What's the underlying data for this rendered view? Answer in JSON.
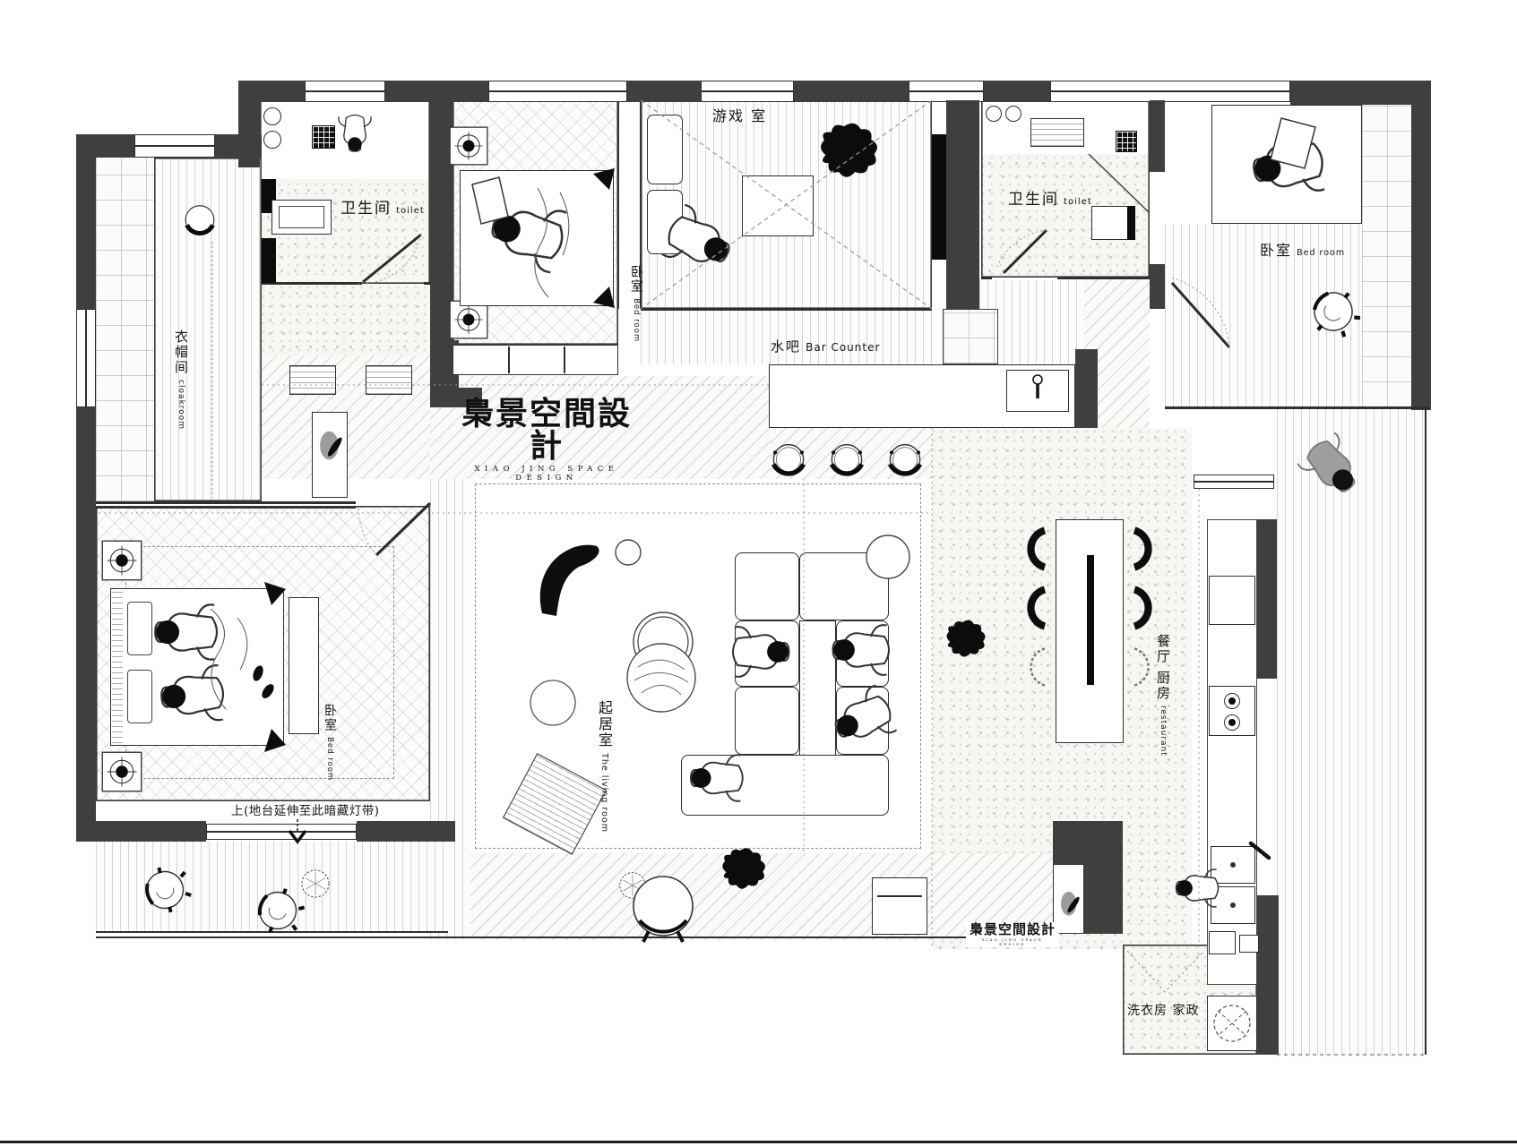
{
  "brand": {
    "cn": "梟景空間設計",
    "en": "XIAO JING SPACE DESIGN"
  },
  "rooms": {
    "bathroom_top_left": {
      "cn": "卫生间",
      "en": "toilet"
    },
    "bedroom_top": {
      "cn": "卧室",
      "en": "Bed room"
    },
    "game_room": {
      "cn": "游戏 室"
    },
    "bar_counter": {
      "cn": "水吧",
      "en": "Bar Counter"
    },
    "bathroom_top_right": {
      "cn": "卫生间",
      "en": "toilet"
    },
    "bedroom_right": {
      "cn": "卧室",
      "en": "Bed room"
    },
    "cloakroom": {
      "cn": "衣帽间",
      "en": "cloakroom"
    },
    "living_room": {
      "cn": "起居室",
      "en": "The living room"
    },
    "dining_kitchen": {
      "cn": "餐厅 厨房",
      "en": "restaurant"
    },
    "bedroom_left": {
      "cn": "卧室",
      "en": "Bed room"
    },
    "laundry": {
      "cn": "洗衣房 家政"
    },
    "note_platform": {
      "cn": "上(地台延伸至此暗藏灯带)"
    }
  },
  "colors": {
    "wall": "#3f3f3f",
    "ink": "#1b1b1b",
    "paper": "#ffffff"
  },
  "symbols": [
    "person-icon",
    "gray-person-icon",
    "pet-silhouette-icon",
    "bar-stool-icon",
    "dining-chair-icon",
    "lounge-chair-icon",
    "downlight-icon",
    "plant-icon",
    "potted-plant-icon",
    "washing-machine-icon",
    "stove-burner-icon",
    "sink-icon",
    "door-leaf",
    "window",
    "floor-lamp-icon"
  ]
}
